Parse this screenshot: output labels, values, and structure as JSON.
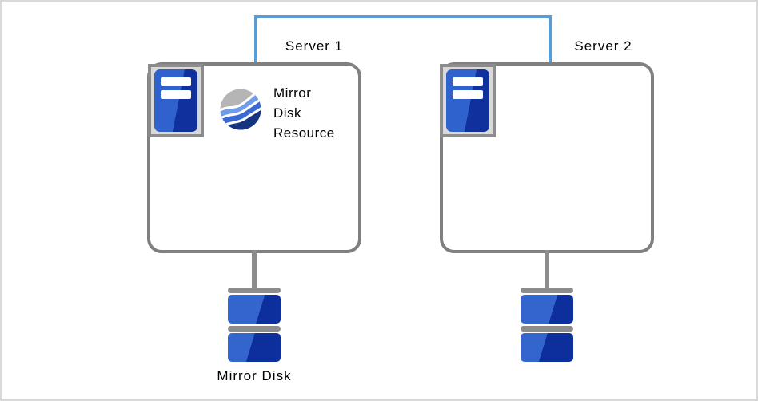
{
  "servers": [
    {
      "label": "Server 1"
    },
    {
      "label": "Server 2"
    }
  ],
  "resource_label": [
    "Mirror",
    "Disk",
    "Resource"
  ],
  "mirror_disk_label": "Mirror Disk",
  "icons": {
    "server_badge": "server-tower-icon",
    "resource_logo": "wave-sphere-icon",
    "disk": "mirror-disk-stack-icon"
  },
  "colors": {
    "connector_blue": "#5b9bd5",
    "box_border": "#808080",
    "badge_bg": "#d9d9d9",
    "badge_border": "#8c8c8c",
    "tower_light": "#2f62cc",
    "tower_dark": "#10309e",
    "disk_light": "#3465cf",
    "disk_dark": "#0d2f9e",
    "disk_bar": "#8c8c8c",
    "stub_gray": "#8c8c8c",
    "logo_gray": "#b5b5b5",
    "logo_blue_light": "#6f9ce8",
    "logo_blue_mid": "#3a6ad1",
    "logo_navy": "#16337f"
  }
}
